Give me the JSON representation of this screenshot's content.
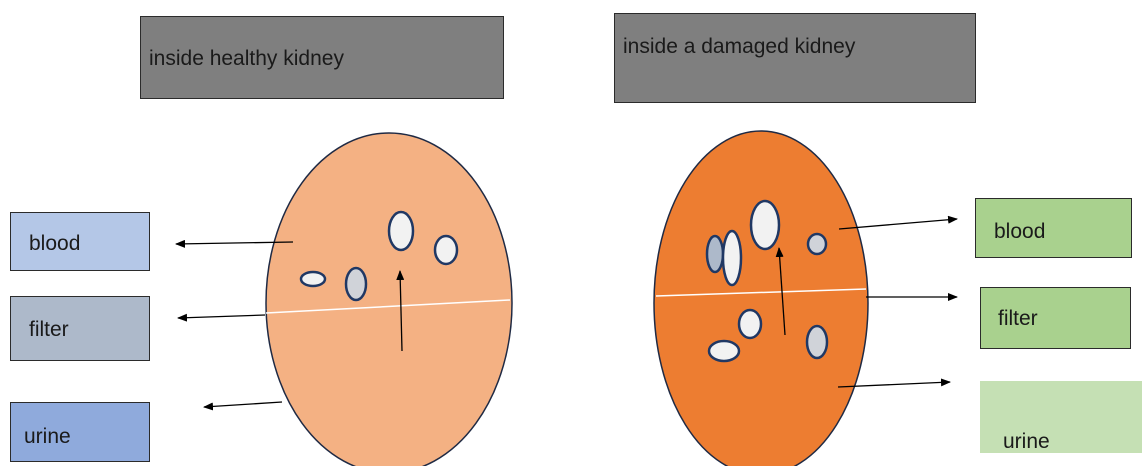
{
  "healthy": {
    "title": "inside healthy kidney",
    "labels": {
      "blood": "blood",
      "filter": "filter",
      "urine": "urine"
    },
    "colors": {
      "kidney": "#f4b183",
      "blood_box": "#b4c7e7",
      "filter_box": "#adb9ca",
      "urine_box": "#8faadc"
    }
  },
  "damaged": {
    "title": "inside a damaged kidney",
    "labels": {
      "blood": "blood",
      "filter": "filter",
      "urine": "urine"
    },
    "colors": {
      "kidney": "#ed7d31",
      "blood_box": "#a9d18e",
      "filter_box": "#a9d18e",
      "urine_box": "#c5e0b4"
    }
  },
  "colors": {
    "title_box": "#7f7f7f",
    "outline": "#203864",
    "cell_light": "#f2f2f2",
    "cell_mid": "#d0d3d9"
  }
}
